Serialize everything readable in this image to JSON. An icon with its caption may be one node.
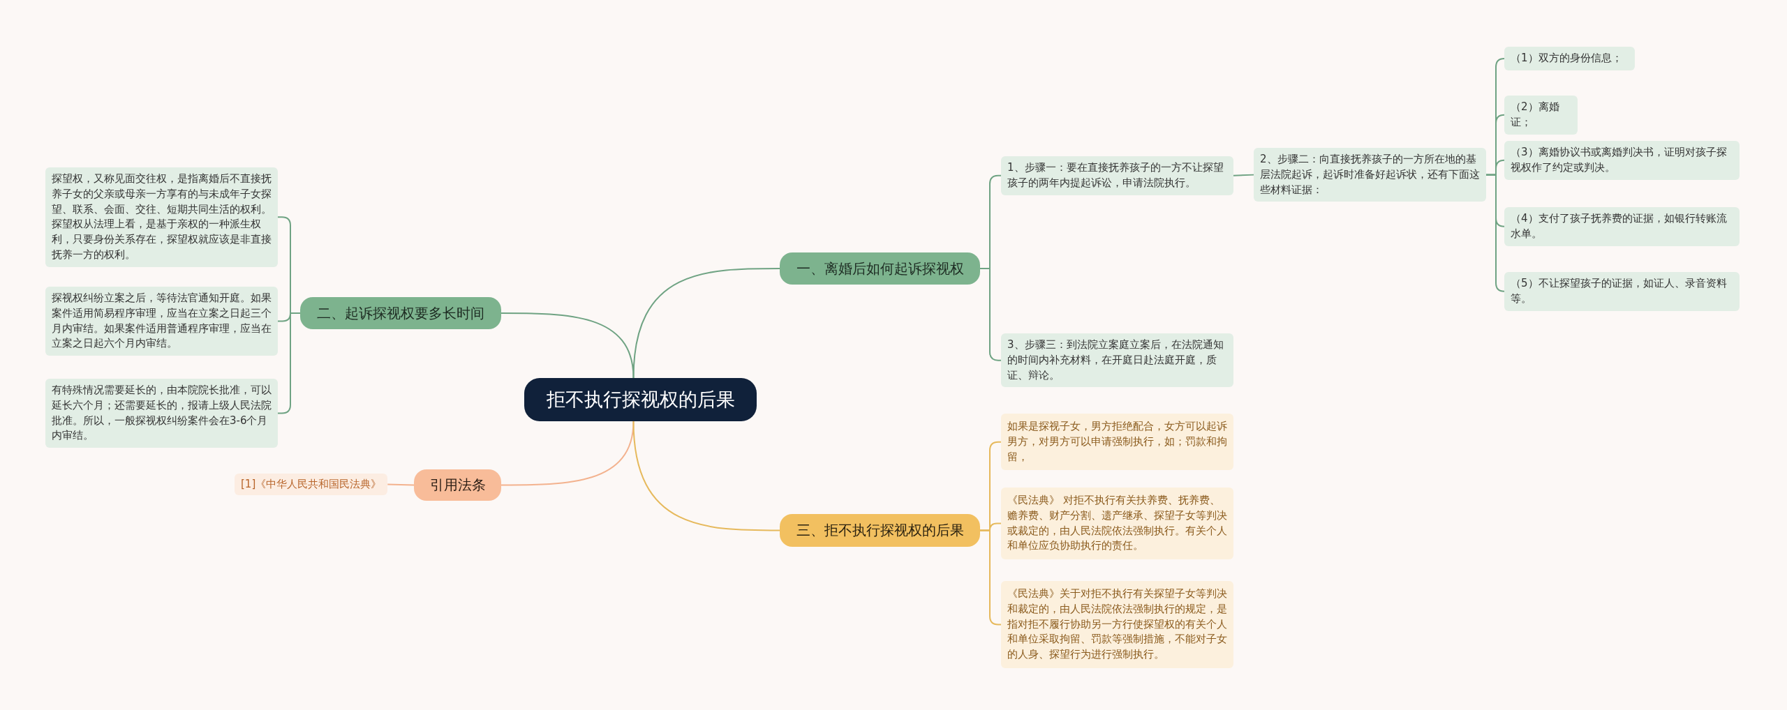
{
  "diagram": {
    "nodes": [
      {
        "text": [
          "拒不执行探视权的后果"
        ]
      },
      {
        "text": [
          "一、离婚后如何起诉探视权"
        ]
      },
      {
        "text": [
          "1、步骤一：要在直接抚养孩子的一方不让探望孩子的两年内提起诉讼，申请法院执行。"
        ]
      },
      {
        "text": [
          "2、步骤二：向直接抚养孩子的一方所在地的基层法院起诉，起诉时准备好起诉状，还有下面这些材料证据："
        ]
      },
      {
        "text": [
          "（1）双方的身份信息；"
        ]
      },
      {
        "text": [
          "（2）离婚证；"
        ]
      },
      {
        "text": [
          "（3）离婚协议书或离婚判决书，证明对孩子探视权作了约定或判决。"
        ]
      },
      {
        "text": [
          "（4）支付了孩子抚养费的证据，如银行转账流水单。"
        ]
      },
      {
        "text": [
          "（5）不让探望孩子的证据，如证人、录音资料等。"
        ]
      },
      {
        "text": [
          "3、步骤三：到法院立案庭立案后，在法院通知的时间内补充材料，在开庭日赴法庭开庭，质证、辩论。"
        ]
      },
      {
        "text": [
          "二、起诉探视权要多长时间"
        ]
      },
      {
        "text": [
          "探望权，又称见面交往权，是指离婚后不直接抚养子女的父亲或母亲一方享有的与未成年子女探望、联系、会面、交往、短期共同生活的权利。探望权从法理上看，是基于亲权的一种派生权利，只要身份关系存在，探望权就应该是非直接抚养一方的权利。"
        ]
      },
      {
        "text": [
          "探视权纠纷立案之后，等待法官通知开庭。如果案件适用简易程序审理，应当在立案之日起三个月内审结。如果案件适用普通程序审理，应当在立案之日起六个月内审结。"
        ]
      },
      {
        "text": [
          "有特殊情况需要延长的，由本院院长批准，可以延长六个月；还需要延长的，报请上级人民法院批准。所以，一般探视权纠纷案件会在3-6个月内审结。"
        ]
      },
      {
        "text": [
          "引用法条"
        ]
      },
      {
        "text": [
          "[1]《中华人民共和国民法典》"
        ]
      },
      {
        "text": [
          "三、拒不执行探视权的后果"
        ]
      },
      {
        "text": [
          "如果是探视子女，男方拒绝配合，女方可以起诉男方，对男方可以申请强制执行，如；罚款和拘留，"
        ]
      },
      {
        "text": [
          "《民法典》 对拒不执行有关扶养费、抚养费、赡养费、财产分割、遗产继承、探望子女等判决或裁定的，由人民法院依法强制执行。有关个人和单位应负协助执行的责任。"
        ]
      },
      {
        "text": [
          "《民法典》关于对拒不执行有关探望子女等判决和裁定的，由人民法院依法强制执行的规定，是指对拒不履行协助另一方行使探望权的有关个人和单位采取拘留、罚款等强制措施，不能对子女的人身、探望行为进行强制执行。"
        ]
      }
    ],
    "edges": [
      {
        "from": 0,
        "to": 1,
        "arrow": "none"
      },
      {
        "from": 1,
        "to": 2,
        "arrow": "none"
      },
      {
        "from": 2,
        "to": 3,
        "arrow": "none"
      },
      {
        "from": 3,
        "to": 4,
        "arrow": "none"
      },
      {
        "from": 3,
        "to": 5,
        "arrow": "none"
      },
      {
        "from": 3,
        "to": 6,
        "arrow": "none"
      },
      {
        "from": 3,
        "to": 7,
        "arrow": "none"
      },
      {
        "from": 3,
        "to": 8,
        "arrow": "none"
      },
      {
        "from": 1,
        "to": 9,
        "arrow": "none"
      },
      {
        "from": 0,
        "to": 10,
        "arrow": "none"
      },
      {
        "from": 10,
        "to": 11,
        "arrow": "none"
      },
      {
        "from": 10,
        "to": 12,
        "arrow": "none"
      },
      {
        "from": 10,
        "to": 13,
        "arrow": "none"
      },
      {
        "from": 0,
        "to": 14,
        "arrow": "none",
        "color": "#f3b28e"
      },
      {
        "from": 14,
        "to": 15,
        "arrow": "none",
        "color": "#f3b28e"
      },
      {
        "from": 0,
        "to": 16,
        "arrow": "none",
        "color": "#e6b95c"
      },
      {
        "from": 16,
        "to": 17,
        "arrow": "none",
        "color": "#e6b95c"
      },
      {
        "from": 16,
        "to": 18,
        "arrow": "none",
        "color": "#e6b95c"
      },
      {
        "from": 16,
        "to": 19,
        "arrow": "none",
        "color": "#e6b95c"
      }
    ]
  }
}
